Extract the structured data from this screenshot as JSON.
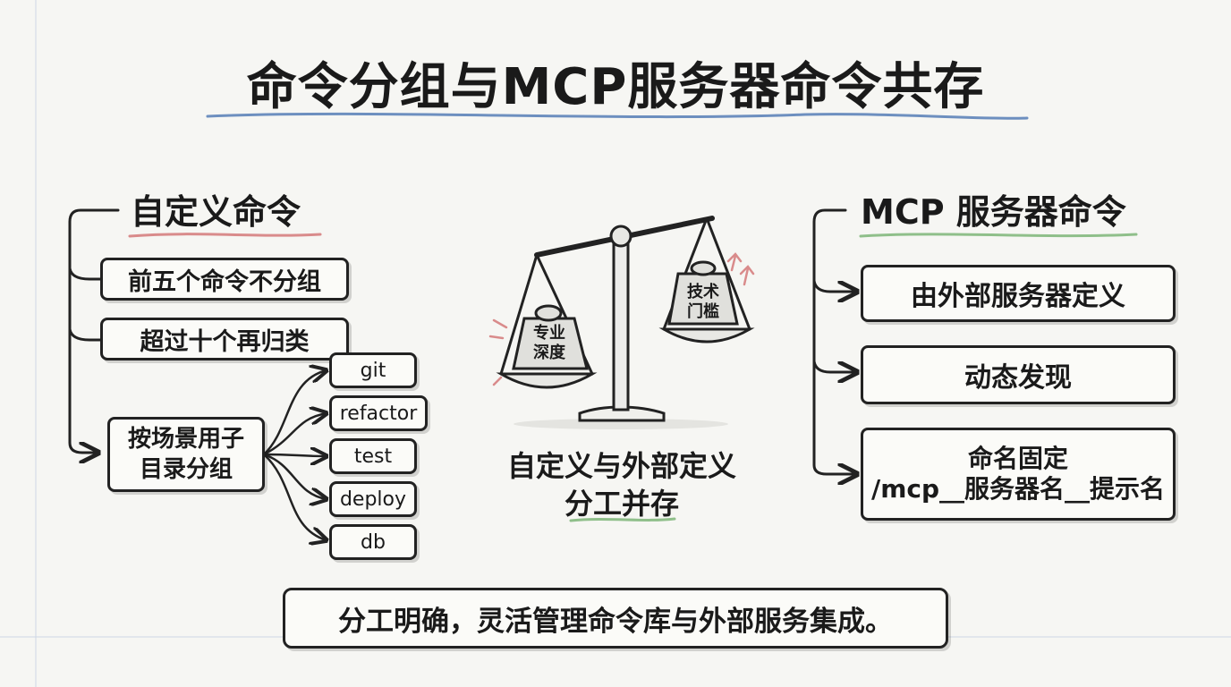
{
  "title": "命令分组与MCP服务器命令共存",
  "left": {
    "heading": "自定义命令",
    "items": [
      "前五个命令不分组",
      "超过十个再归类"
    ],
    "group_box": {
      "line1": "按场景用子",
      "line2": "目录分组"
    },
    "subdirs": [
      "git",
      "refactor",
      "test",
      "deploy",
      "db"
    ]
  },
  "center": {
    "weight_left": {
      "line1": "专业",
      "line2": "深度"
    },
    "weight_right": {
      "line1": "技术",
      "line2": "门槛"
    },
    "caption_line1": "自定义与外部定义",
    "caption_line2": "分工并存"
  },
  "right": {
    "heading": "MCP 服务器命令",
    "items": [
      "由外部服务器定义",
      "动态发现"
    ],
    "naming": {
      "line1": "命名固定",
      "line2": "/mcp__服务器名__提示名"
    }
  },
  "footer": "分工明确，灵活管理命令库与外部服务集成。",
  "colors": {
    "title_underline": "#6d8fbf",
    "left_underline": "#d98b8b",
    "right_underline": "#8fbf8a",
    "caption_underline": "#8fbf8a",
    "ink": "#222222"
  }
}
